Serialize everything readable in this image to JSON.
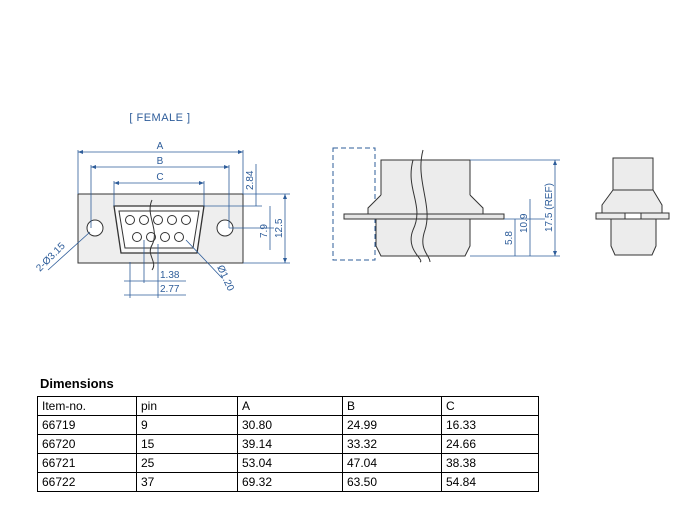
{
  "drawing": {
    "title": "[ FEMALE ]",
    "labels": {
      "a": "A",
      "b": "B",
      "c": "C",
      "hole_dia": "2-Ø3.15",
      "pin_dia": "Ø1.20",
      "pitch_small": "1.38",
      "pitch_large": "2.77",
      "dim_284": "2.84",
      "dim_79": "7.9",
      "dim_125": "12.5",
      "dim_58": "5.8",
      "dim_109": "10.9",
      "dim_175": "17.5 (REF)"
    },
    "colors": {
      "dimension": "#2e5d9a",
      "outline": "#333333"
    }
  },
  "table": {
    "heading": "Dimensions",
    "columns": [
      "Item-no.",
      "pin",
      "A",
      "B",
      "C"
    ],
    "rows": [
      [
        "66719",
        "9",
        "30.80",
        "24.99",
        "16.33"
      ],
      [
        "66720",
        "15",
        "39.14",
        "33.32",
        "24.66"
      ],
      [
        "66721",
        "25",
        "53.04",
        "47.04",
        "38.38"
      ],
      [
        "66722",
        "37",
        "69.32",
        "63.50",
        "54.84"
      ]
    ]
  }
}
